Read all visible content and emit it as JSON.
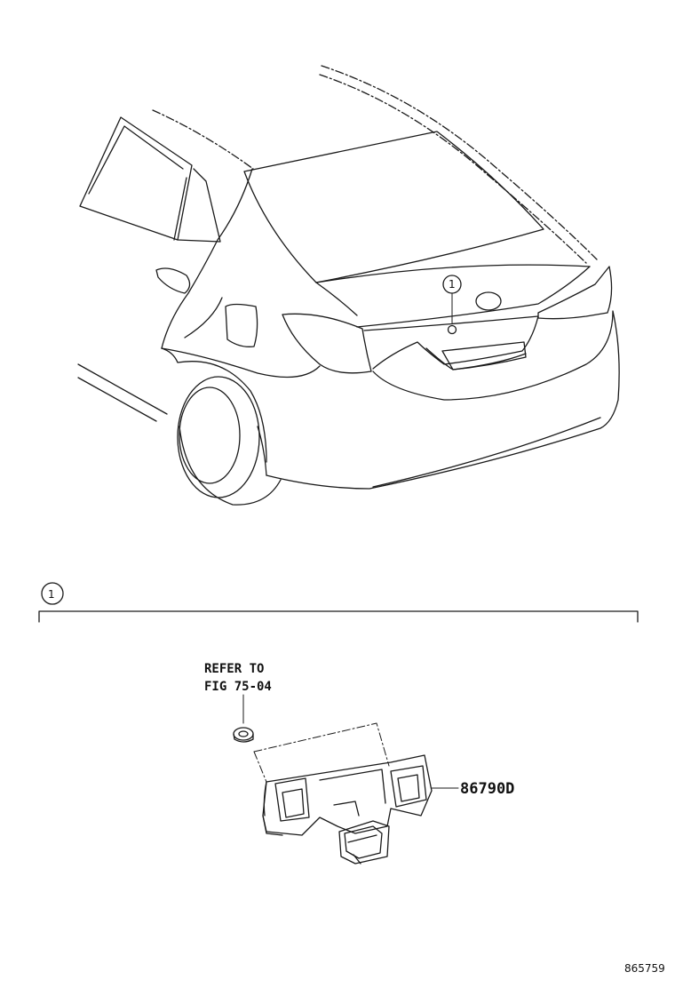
{
  "callout": {
    "number": "1"
  },
  "detail": {
    "refer_line1": "REFER TO",
    "refer_line2": "FIG 75-04",
    "part_number": "86790D"
  },
  "figure_id": "865759"
}
